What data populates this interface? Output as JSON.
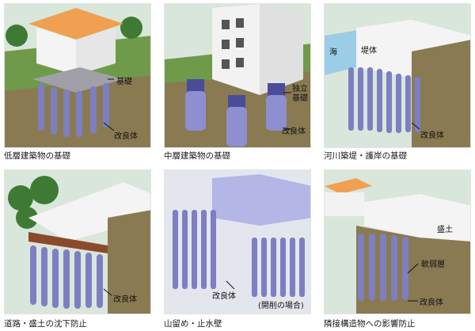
{
  "panels": [
    {
      "caption": "低層建築物の基礎",
      "labels": {
        "kiso": "基礎",
        "kairyo": "改良体"
      }
    },
    {
      "caption": "中層建築物の基礎",
      "labels": {
        "dokuritsu1": "独立",
        "dokuritsu2": "基礎",
        "kairyo": "改良体"
      }
    },
    {
      "caption": "河川築堤・護岸の基礎",
      "labels": {
        "umi": "海",
        "teitai": "堤体",
        "kairyo": "改良体"
      }
    },
    {
      "caption": "道路・盛土の沈下防止",
      "labels": {
        "kairyo": "改良体"
      }
    },
    {
      "caption": "山留め・止水壁",
      "labels": {
        "kairyo": "改良体",
        "kaisaku": "(開削の場合)"
      }
    },
    {
      "caption": "隣接構造物への影響防止",
      "labels": {
        "morido": "盛土",
        "nanjaku": "軟弱層",
        "kairyo": "改良体"
      }
    }
  ],
  "colors": {
    "column": "#7d7fc2",
    "column_light": "#b4b6e6",
    "ground": "#8a7a52",
    "grass": "#5a8f3c",
    "tree": "#3f7a35",
    "sky": "#cfe3ee",
    "roof": "#f0a050",
    "water": "#9ccde6"
  }
}
